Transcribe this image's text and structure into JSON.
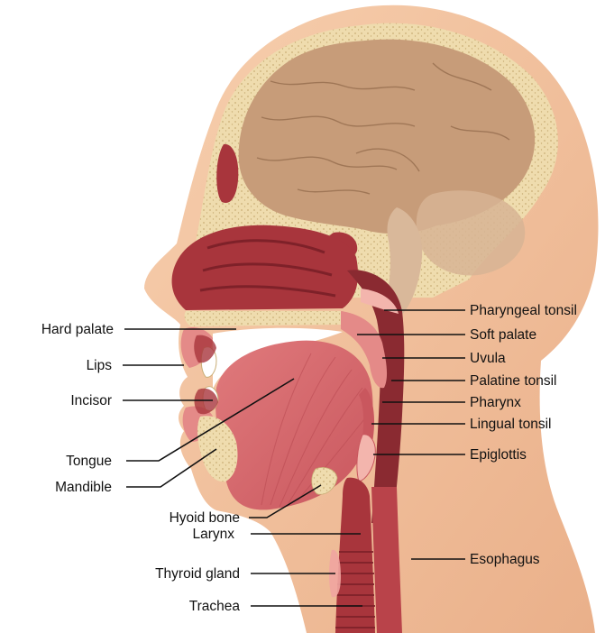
{
  "colors": {
    "skin": "#f5c7a2",
    "skin_shade": "#eab08a",
    "bone": "#efdcae",
    "bone_speckle": "#c9ae76",
    "brain": "#c79c79",
    "brain_line": "#8f6748",
    "muscle": "#a8353c",
    "muscle_dark": "#7e2129",
    "mucosa": "#e48a88",
    "mucosa_light": "#f3b5ad",
    "cavity": "#ffffff",
    "label_text": "#111111"
  },
  "labels_left": {
    "hard_palate": "Hard palate",
    "lips": "Lips",
    "incisor": "Incisor",
    "tongue": "Tongue",
    "mandible": "Mandible",
    "hyoid_bone": "Hyoid bone",
    "larynx": "Larynx",
    "thyroid_gland": "Thyroid gland",
    "trachea": "Trachea"
  },
  "labels_right": {
    "pharyngeal_tonsil": "Pharyngeal tonsil",
    "soft_palate": "Soft palate",
    "uvula": "Uvula",
    "palatine_tonsil": "Palatine tonsil",
    "pharynx": "Pharynx",
    "lingual_tonsil": "Lingual tonsil",
    "epiglottis": "Epiglottis",
    "esophagus": "Esophagus"
  }
}
